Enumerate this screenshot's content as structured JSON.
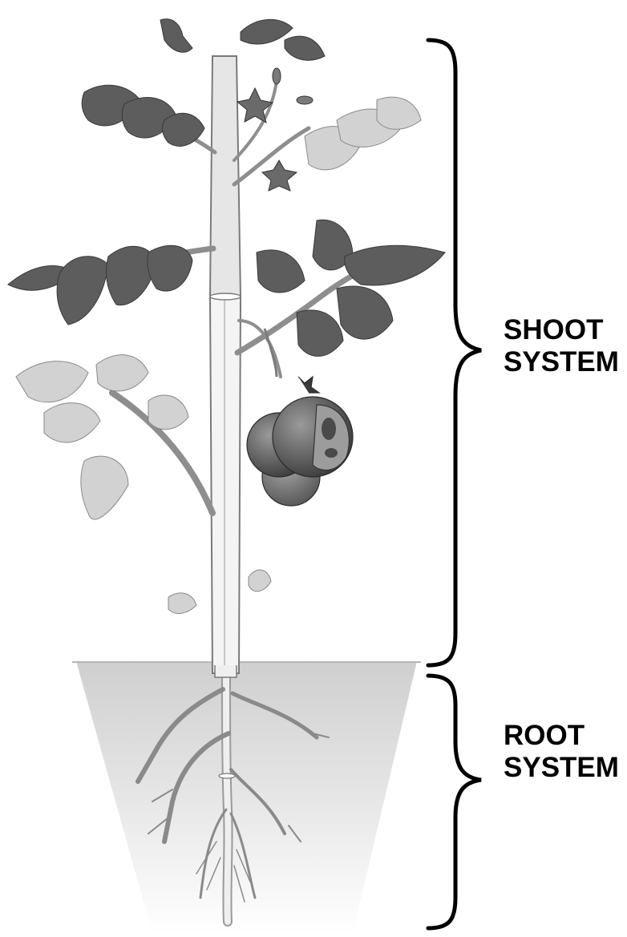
{
  "labels": {
    "shoot": [
      "SHOOT",
      "SYSTEM"
    ],
    "root": [
      "ROOT",
      "SYSTEM"
    ]
  },
  "colors": {
    "stem": "#e6e6e6",
    "leaf_dark": "#5a5a5a",
    "leaf_light": "#cfcfcf",
    "fruit": "#6b6b6b",
    "soil": "#d9d9d9",
    "bracket": "#000000"
  }
}
